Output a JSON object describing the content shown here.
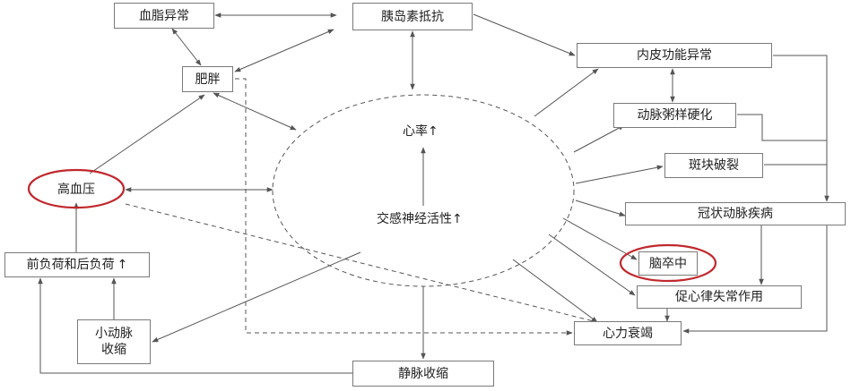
{
  "nodes": {
    "dyslipidemia": "血脂异常",
    "insulin_resistance": "胰岛素抵抗",
    "obesity": "肥胖",
    "endothelial_dysfunction": "内皮功能异常",
    "atherosclerosis": "动脉粥样硬化",
    "plaque_rupture": "斑块破裂",
    "coronary_heart_disease": "冠状动脉疾病",
    "hypertension": "高血压",
    "preload_afterload": "前负荷和后负荷",
    "arteriole_constriction_line1": "小动脉",
    "arteriole_constriction_line2": "收缩",
    "stroke": "脑卒中",
    "arrhythmogenic": "促心律失常作用",
    "heart_failure": "心力衰竭",
    "venous_constriction": "静脉收缩"
  },
  "center": {
    "heart_rate": "心率↑",
    "sympathetic_activity": "交感神经活性↑"
  },
  "colors": {
    "line": "#555555",
    "box_border": "#7a7a7a",
    "highlight": "#c0282d"
  }
}
